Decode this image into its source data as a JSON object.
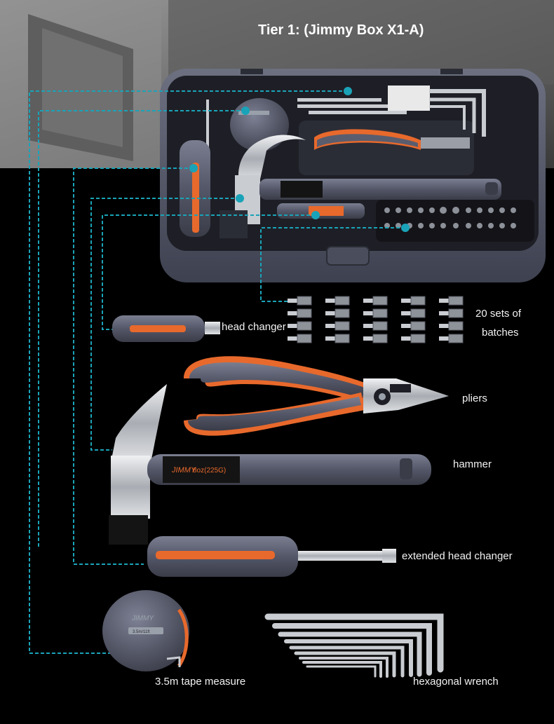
{
  "title": "Tier 1: (Jimmy Box X1-A)",
  "labels": {
    "head_changer": "head changer",
    "bits_line1": "20 sets of",
    "bits_line2": "batches",
    "pliers": "pliers",
    "hammer": "hammer",
    "extended_head_changer": "extended head changer",
    "tape_measure": "3.5m tape measure",
    "hex_wrench": "hexagonal wrench"
  },
  "brand_marks": {
    "logo": "JIMMY",
    "hammer_weight": "8oz(225G)",
    "tape_mark": "3.5m/11ft"
  },
  "colors": {
    "leader_line": "#1aa3b8",
    "accent_orange": "#e8692c",
    "tool_grey": "#5a5d6e",
    "steel": "#c9ccd1",
    "background": "#000000"
  }
}
